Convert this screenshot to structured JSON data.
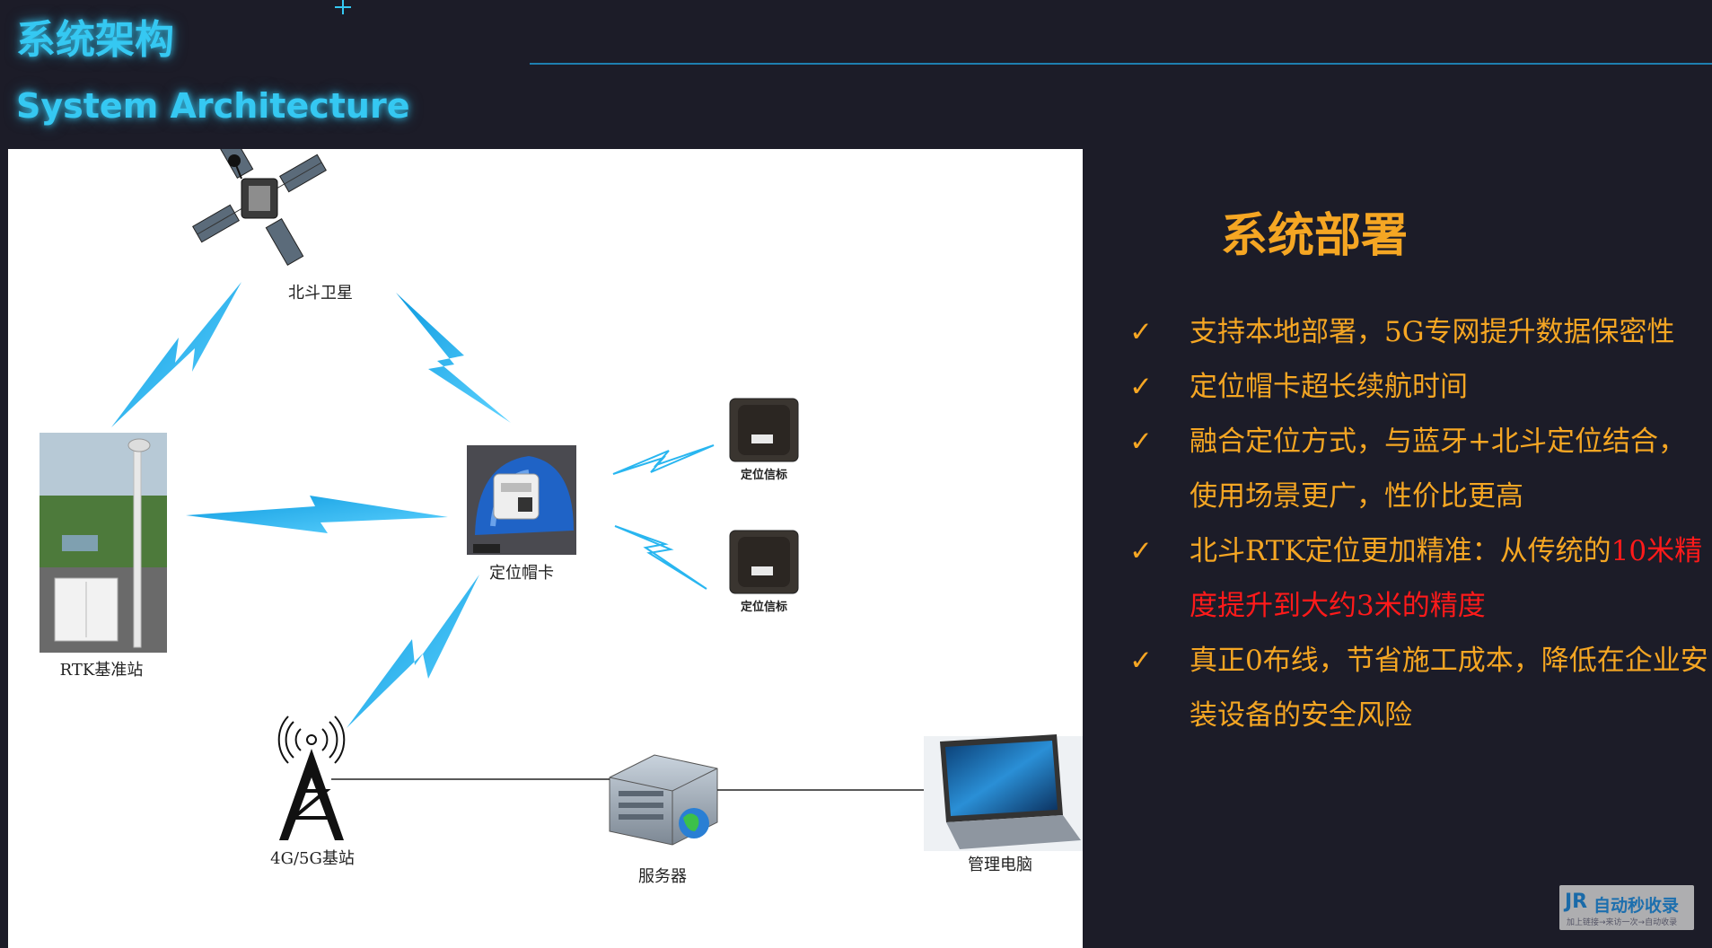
{
  "header": {
    "title_cn": "系统架构",
    "title_en": "System Architecture"
  },
  "diagram": {
    "nodes": {
      "satellite": "北斗卫星",
      "rtk_station": "RTK基准站",
      "helmet_card": "定位帽卡",
      "beacon_1": "定位信标",
      "beacon_2": "定位信标",
      "base_station": "4G/5G基站",
      "server": "服务器",
      "management_pc": "管理电脑"
    }
  },
  "panel": {
    "title": "系统部署",
    "features": [
      {
        "text": "支持本地部署，5G专网提升数据保密性"
      },
      {
        "text": "定位帽卡超长续航时间"
      },
      {
        "text": "融合定位方式，与蓝牙+北斗定位结合，使用场景更广，性价比更高"
      },
      {
        "text": "北斗RTK定位更加精准：从传统的",
        "highlight": "10米精度提升到大约3米的精度"
      },
      {
        "text": "真正0布线，节省施工成本，降低在企业安装设备的安全风险"
      }
    ],
    "check_symbol": "✓"
  },
  "watermark": {
    "logo": "JR",
    "text": "自动秒收录",
    "sub": "加上链接→来访一次→自动收录"
  },
  "colors": {
    "background": "#1c1c28",
    "title_cyan": "#35c8f2",
    "panel_orange": "#f5a623",
    "highlight_red": "#ff1a1a",
    "bolt_blue": "#29b6f0"
  }
}
